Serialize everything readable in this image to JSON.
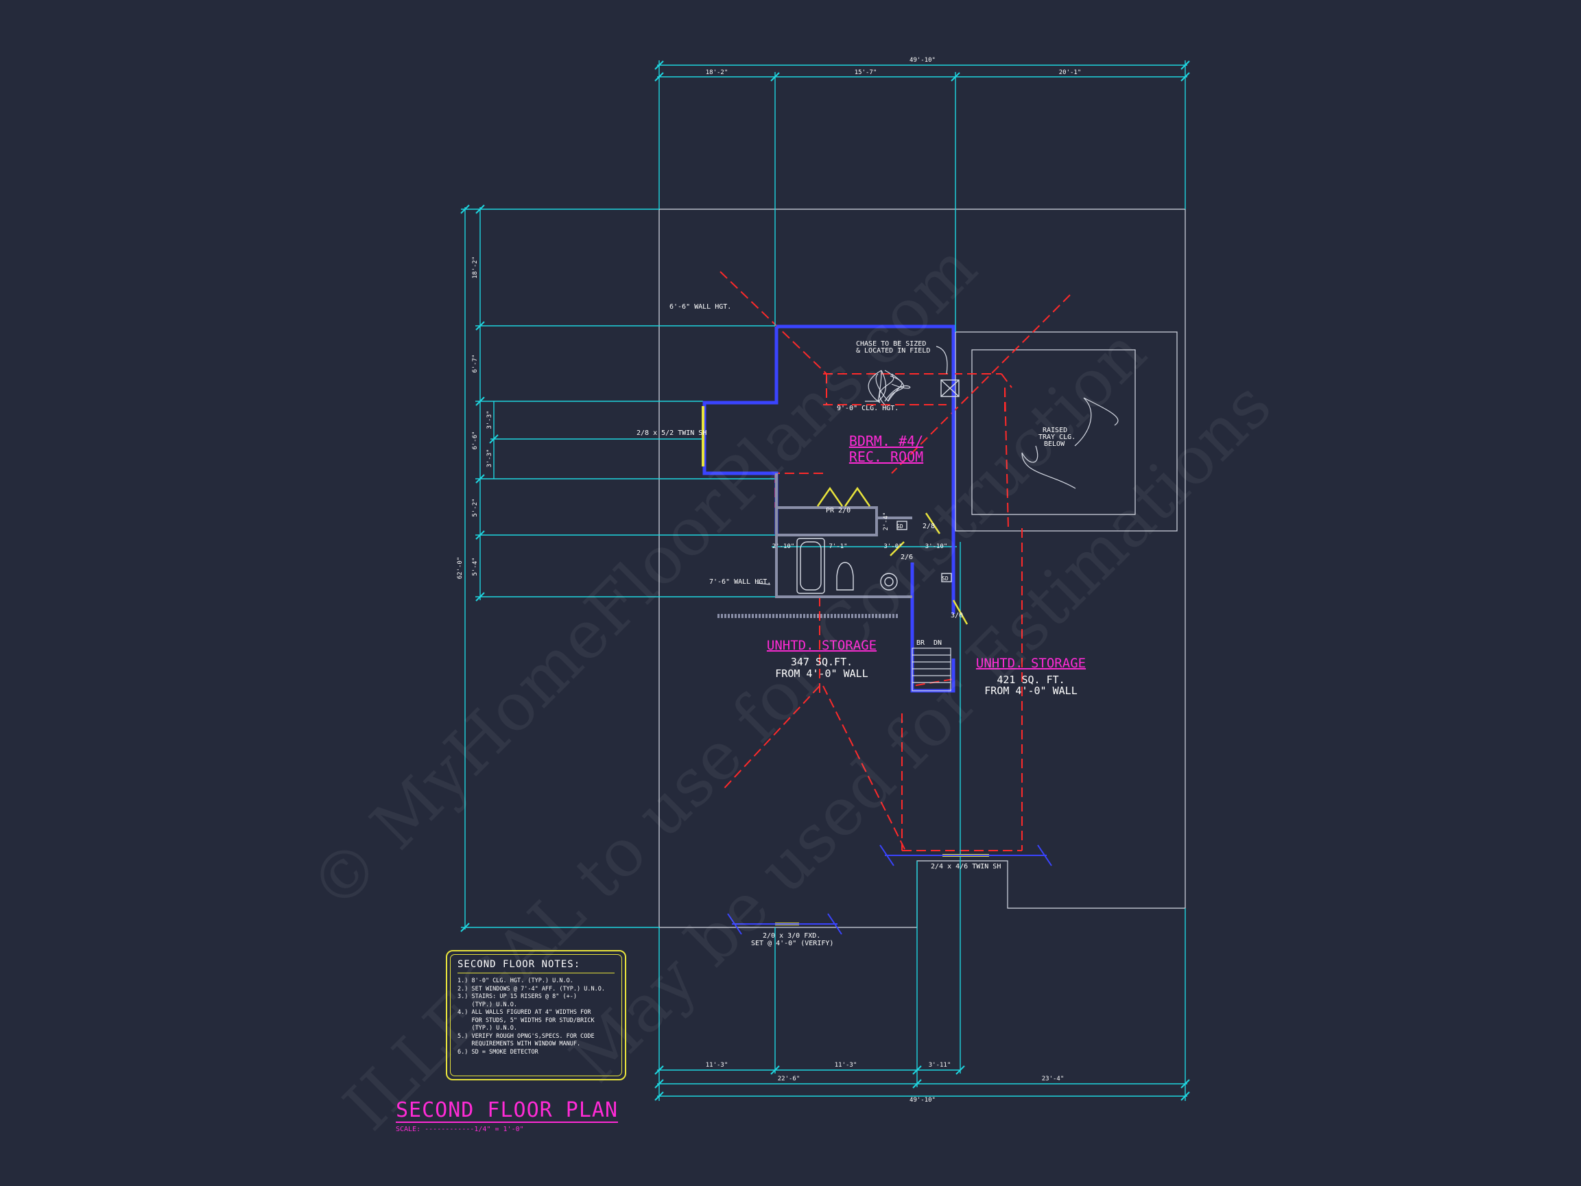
{
  "dimensions": {
    "top_overall": "49'-10\"",
    "top_segments": [
      "18'-2\"",
      "15'-7\"",
      "20'-1\""
    ],
    "left_overall": "62'-0\"",
    "left_segments": [
      "18'-2\"",
      "6'-7\"",
      "3'-3\"",
      "3'-3\"",
      "6'-6\"",
      "5'-2\"",
      "5'-4\""
    ],
    "bottom_segments": [
      "11'-3\"",
      "11'-3\"",
      "3'-11\""
    ],
    "bottom_mid": [
      "22'-6\"",
      "23'-4\""
    ],
    "bottom_overall": "49'-10\"",
    "interior": [
      "2'-10\"",
      "7'-1\"",
      "3'-0\"",
      "3'-10\"",
      "2'-4\""
    ]
  },
  "rooms": {
    "bedroom": {
      "line1": "BDRM. #4/",
      "line2": "REC. ROOM"
    },
    "storage_left": {
      "title": "UNHTD. STORAGE",
      "area": "347 SQ.FT.",
      "note": "FROM 4'-0\" WALL"
    },
    "storage_right": {
      "title": "UNHTD. STORAGE",
      "area": "421 SQ. FT.",
      "note": "FROM 4'-0\" WALL"
    }
  },
  "labels": {
    "wall_hgt_top": "6'-6\" WALL HGT.",
    "wall_hgt_bath": "7'-6\" WALL HGT.",
    "chase_1": "CHASE TO BE SIZED",
    "chase_2": "& LOCATED IN FIELD",
    "clg_hgt": "9'-0\" CLG. HGT.",
    "tray_1": "RAISED",
    "tray_2": "TRAY CLG.",
    "tray_3": "BELOW",
    "window_left": "2/8 x 5/2 TWIN SH",
    "window_bottom_right": "2/4 x 4/6 TWIN SH",
    "window_bottom_1": "2/0 x 3/0 FXD.",
    "window_bottom_2": "SET @ 4'-0\" (VERIFY)",
    "door_pr": "PR 2/0",
    "door_28": "2/8",
    "door_26": "2/6",
    "door_310": "3/0",
    "stair_br": "BR",
    "stair_dn": "DN",
    "sd_1": "SD",
    "sd_2": "SD"
  },
  "notes": {
    "title": "SECOND FLOOR NOTES:",
    "items": [
      "1.) 8'-0\" CLG. HGT. (TYP.) U.N.O.",
      "2.) SET WINDOWS @ 7'-4\" AFF. (TYP.) U.N.O.",
      "3.) STAIRS: UP 15 RISERS @ 8\" (+-)\n    (TYP.) U.N.O.",
      "4.) ALL WALLS FIGURED AT 4\" WIDTHS FOR\n    FOR STUDS, 5\" WIDTHS FOR STUD/BRICK\n    (TYP.) U.N.O.",
      "5.) VERIFY ROUGH OPNG'S,SPECS. FOR CODE\n    REQUIREMENTS WITH WINDOW MANUF.",
      "6.) SD = SMOKE DETECTOR"
    ]
  },
  "title": {
    "name": "SECOND FLOOR PLAN",
    "scale": "SCALE: ------------1/4\" = 1'-0\""
  },
  "watermark": {
    "line1": "© MyHomeFloorPlans.com",
    "line2": "ILLEGAL to use for Construction",
    "line3": "May be used for Estimations"
  },
  "colors": {
    "background": "#252a3b",
    "dimension": "#1fd6e0",
    "wall": "#3a44ff",
    "label_magenta": "#ff2bd6",
    "hip_red": "#ff2a2a",
    "door_yellow": "#e8e33c",
    "outline_white": "#d8dce6"
  }
}
